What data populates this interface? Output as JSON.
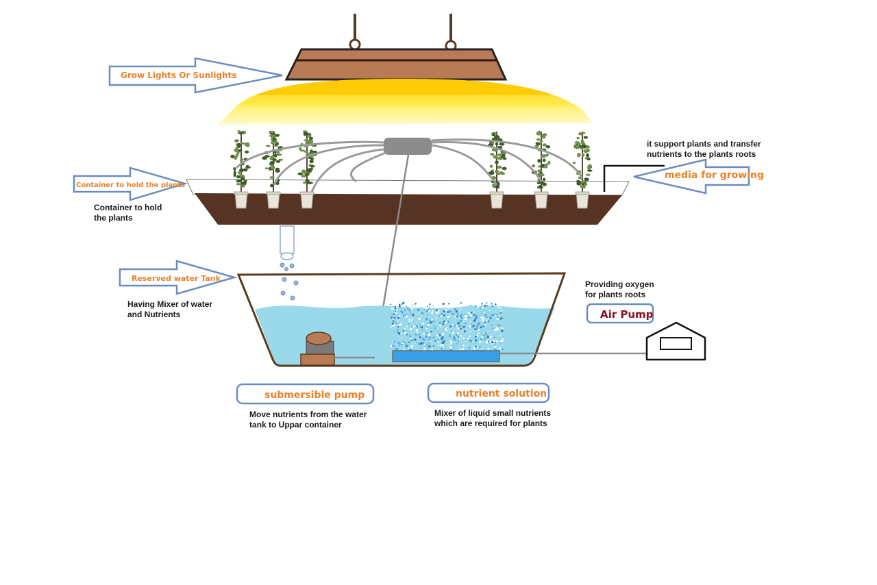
{
  "labels": {
    "grow_lights": "Grow Lights Or Sunlights",
    "container": "Container to hold the plants",
    "container_desc_1": "Container to hold",
    "container_desc_2": "the plants",
    "media": "media for growing",
    "media_desc_1": "it support plants and transfer",
    "media_desc_2": "nutrients to the plants roots",
    "reserved_tank": "Reserved water Tank",
    "tank_desc_1": "Having Mixer of water",
    "tank_desc_2": "and Nutrients",
    "air_pump": "Air Pump",
    "air_pump_desc_1": "Providing oxygen",
    "air_pump_desc_2": "for plants roots",
    "submersible_pump": "submersible pump",
    "pump_desc_1": "Move nutrients from the water",
    "pump_desc_2": "tank to Uppar container",
    "nutrient_solution": "nutrient solution",
    "nutrient_desc_1": "Mixer of liquid small nutrients",
    "nutrient_desc_2": "which are required for plants"
  },
  "colors": {
    "lamp_brown": "#b97a56",
    "light_yellow": "#ffcb05",
    "soil": "#563322",
    "water": "#99d9ea",
    "arrow_stroke": "#6a8dc0",
    "label_orange": "#e8822a",
    "air_pump_red": "#8b0d1f"
  }
}
